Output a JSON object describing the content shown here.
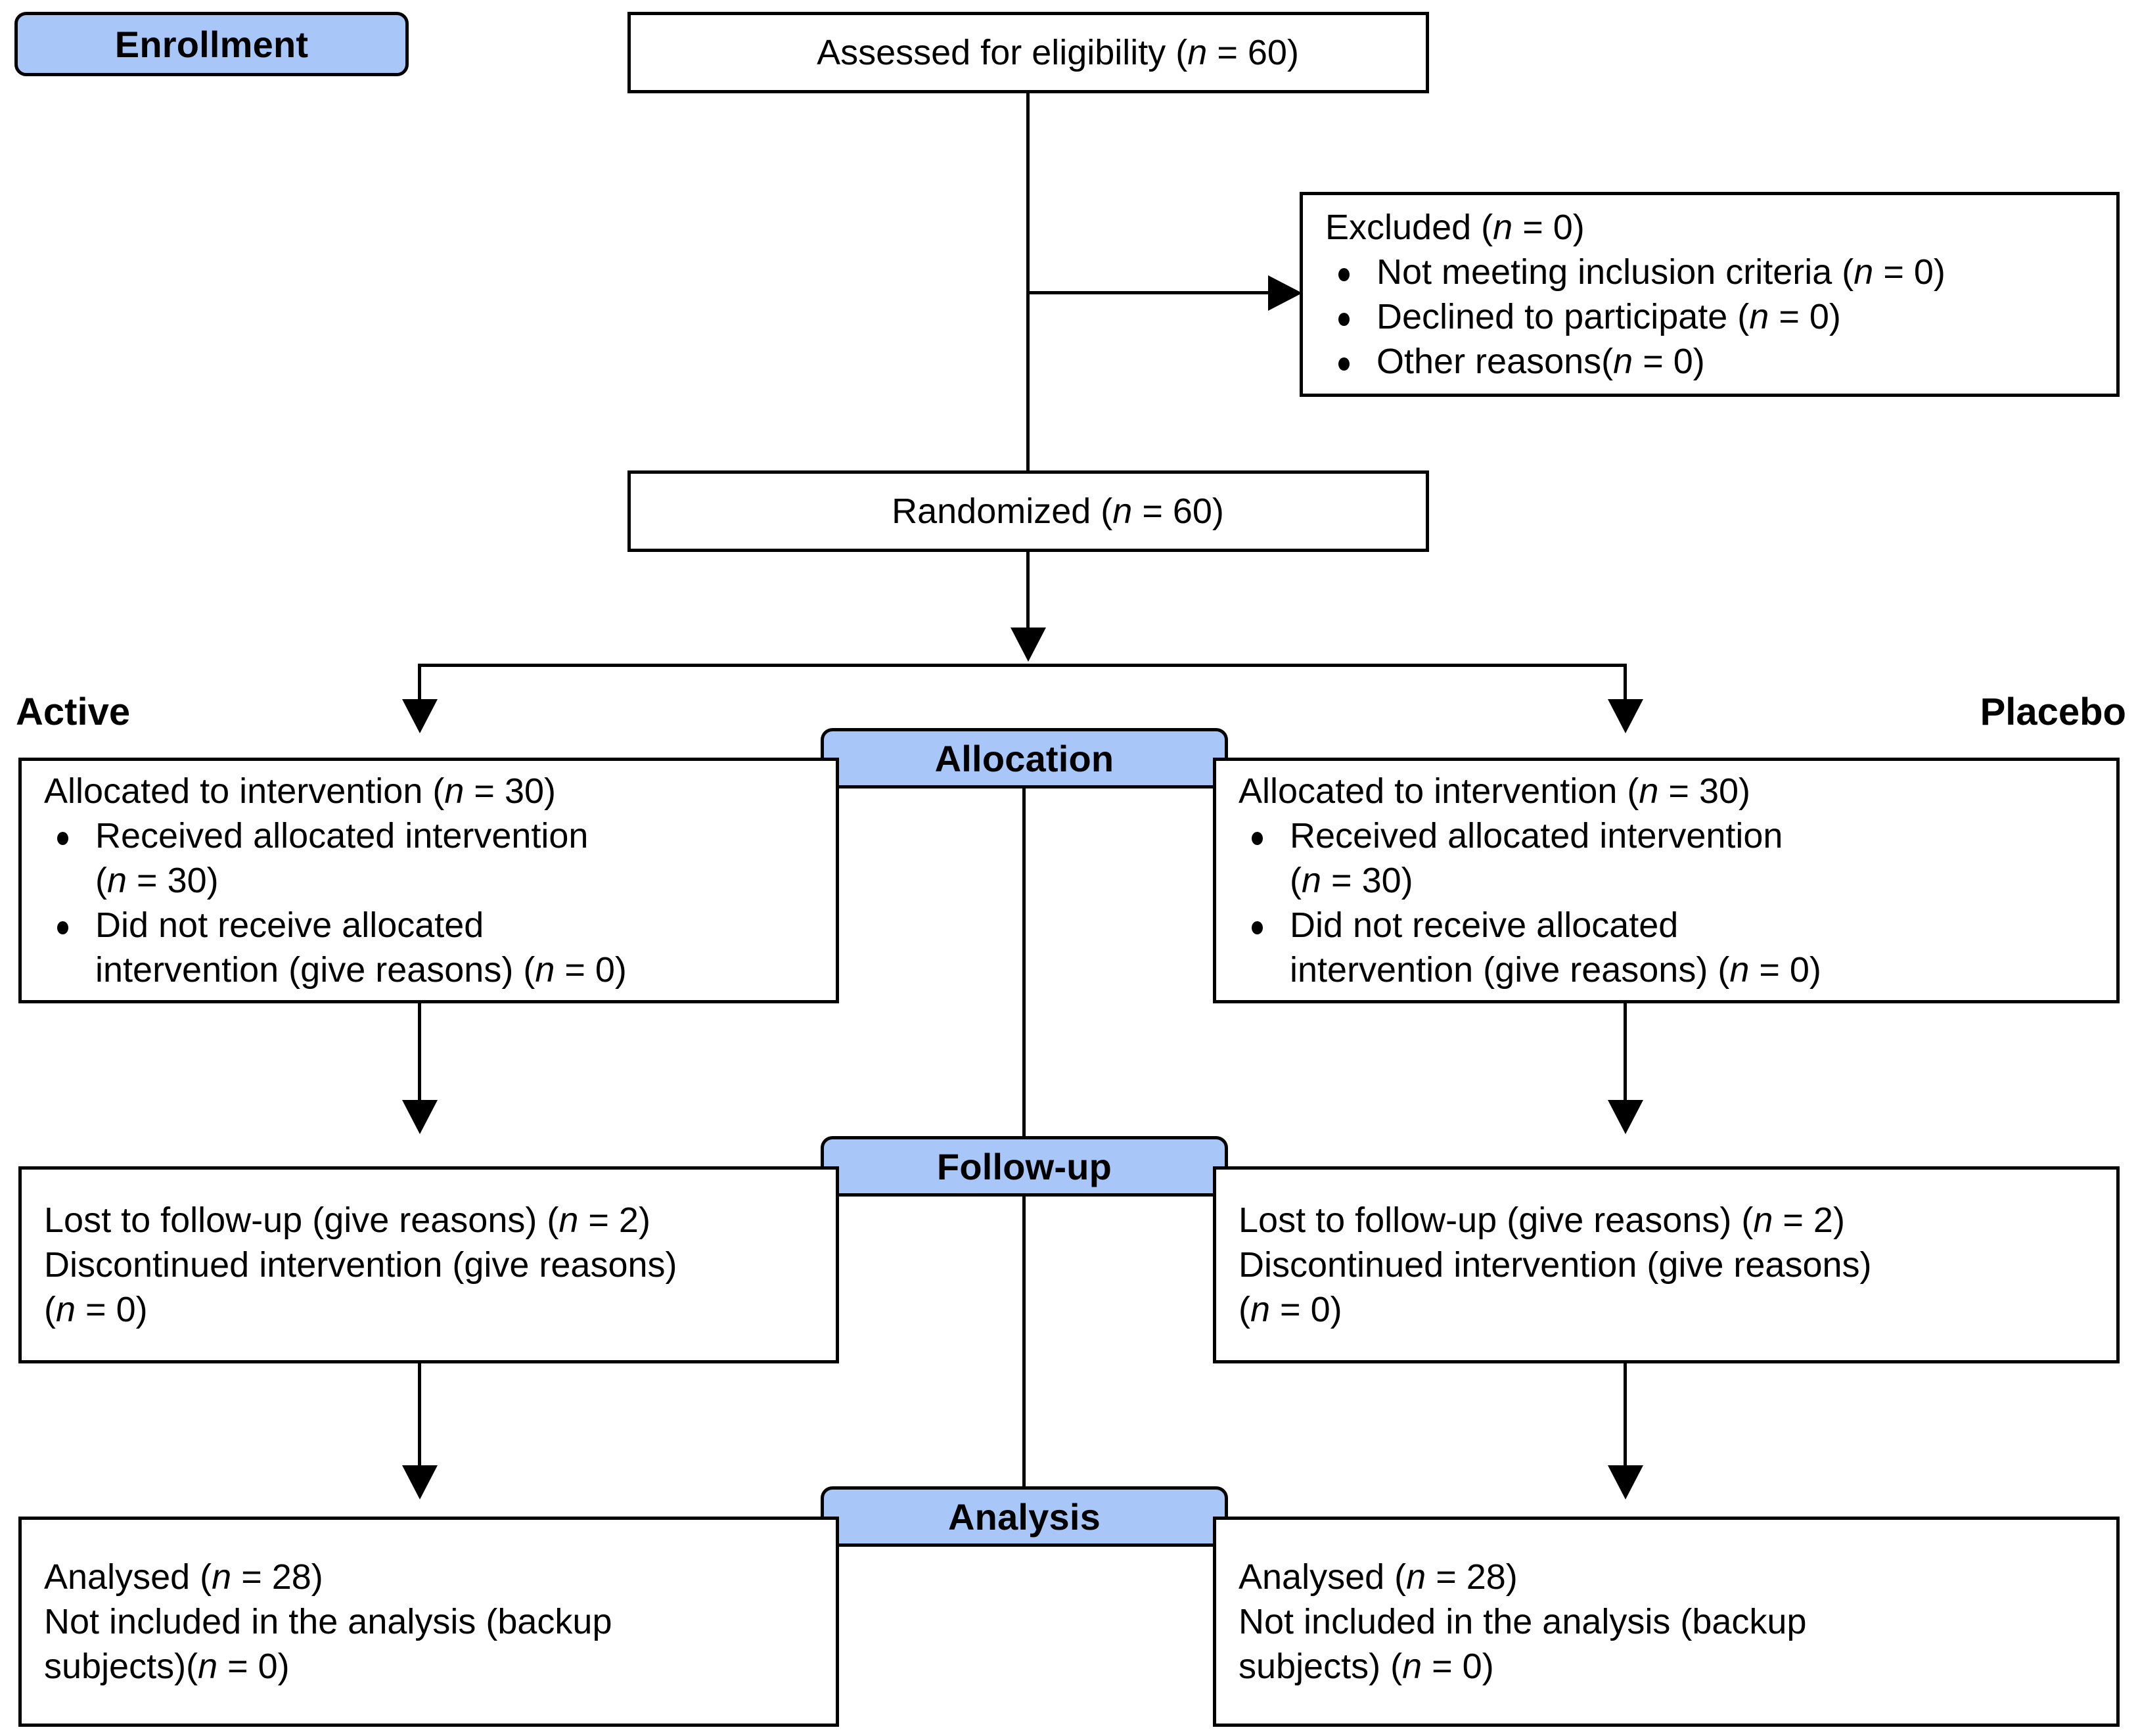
{
  "title": "CONSORT participant flow diagram",
  "colors": {
    "stage_pill_fill": "#a8c6f7",
    "box_border": "#000000",
    "box_fill": "#ffffff",
    "text": "#000000"
  },
  "stages": {
    "enrollment": "Enrollment",
    "allocation": "Allocation",
    "followup": "Follow-up",
    "analysis": "Analysis"
  },
  "arms": {
    "left": "Active",
    "right": "Placebo"
  },
  "enrollment": {
    "assessed": {
      "label": "Assessed for eligibility (",
      "n_italic": "n",
      "n_value": " = 60)",
      "full": "Assessed for eligibility (n = 60)"
    },
    "excluded": {
      "heading_pre": "Excluded (",
      "heading_n": "n",
      "heading_post": " = 0)",
      "reasons": [
        {
          "pre": "Not meeting inclusion criteria (",
          "n": "n",
          "post": " = 0)"
        },
        {
          "pre": "Declined to participate (",
          "n": "n",
          "post": " = 0)"
        },
        {
          "pre": "Other reasons(",
          "n": "n",
          "post": " = 0)"
        }
      ]
    },
    "randomized": {
      "pre": "Randomized (",
      "n": "n",
      "post": " = 60)",
      "full": "Randomized (n = 60)"
    }
  },
  "allocation": {
    "left": {
      "heading_pre": "Allocated to intervention (",
      "heading_n": "n",
      "heading_post": " = 30)",
      "bullets": [
        {
          "l1_pre": "Received allocated intervention",
          "l2_pre": "(",
          "l2_n": "n",
          "l2_post": " = 30)"
        },
        {
          "l1_pre": "Did not receive allocated",
          "l2_pre": "intervention (give reasons) (",
          "l2_n": "n",
          "l2_post": " = 0)"
        }
      ]
    },
    "right": {
      "heading_pre": "Allocated to intervention (",
      "heading_n": "n",
      "heading_post": " = 30)",
      "bullets": [
        {
          "l1_pre": "Received allocated intervention",
          "l2_pre": "(",
          "l2_n": "n",
          "l2_post": " = 30)"
        },
        {
          "l1_pre": "Did not receive allocated",
          "l2_pre": "intervention (give reasons) (",
          "l2_n": "n",
          "l2_post": " = 0)"
        }
      ]
    }
  },
  "followup": {
    "left": {
      "line1_pre": "Lost to follow-up (give reasons) (",
      "line1_n": "n",
      "line1_post": " = 2)",
      "line2": "Discontinued intervention (give reasons)",
      "line3_pre": "(",
      "line3_n": "n",
      "line3_post": " = 0)"
    },
    "right": {
      "line1_pre": "Lost to follow-up (give reasons) (",
      "line1_n": "n",
      "line1_post": " = 2)",
      "line2": "Discontinued intervention (give reasons)",
      "line3_pre": "(",
      "line3_n": "n",
      "line3_post": " = 0)"
    }
  },
  "analysis": {
    "left": {
      "line1_pre": "Analysed (",
      "line1_n": "n",
      "line1_post": " = 28)",
      "line2": "Not included in the analysis (backup",
      "line3_pre": "subjects)(",
      "line3_n": "n",
      "line3_post": " = 0)"
    },
    "right": {
      "line1_pre": "Analysed (",
      "line1_n": "n",
      "line1_post": " = 28)",
      "line2": "Not included in the analysis (backup",
      "line3_pre": "subjects) (",
      "line3_n": "n",
      "line3_post": " = 0)"
    }
  },
  "flow_data": {
    "type": "flowchart",
    "assessed_for_eligibility": 60,
    "excluded_total": 0,
    "excluded_not_meeting_inclusion": 0,
    "excluded_declined": 0,
    "excluded_other": 0,
    "randomized": 60,
    "arms": [
      {
        "name": "Active",
        "allocated": 30,
        "received_allocated_intervention": 30,
        "did_not_receive_allocated_intervention": 0,
        "lost_to_followup": 2,
        "discontinued_intervention": 0,
        "analysed": 28,
        "not_included_in_analysis": 0
      },
      {
        "name": "Placebo",
        "allocated": 30,
        "received_allocated_intervention": 30,
        "did_not_receive_allocated_intervention": 0,
        "lost_to_followup": 2,
        "discontinued_intervention": 0,
        "analysed": 28,
        "not_included_in_analysis": 0
      }
    ]
  }
}
